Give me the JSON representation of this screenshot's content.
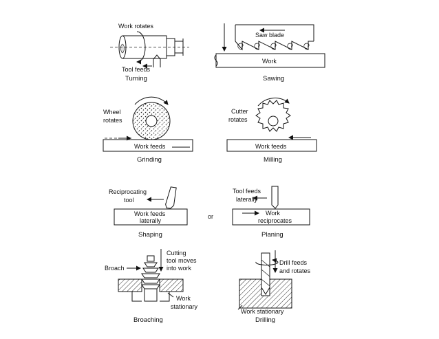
{
  "turning": {
    "caption": "Turning",
    "work_rotates": "Work rotates",
    "tool_feeds": "Tool feeds"
  },
  "sawing": {
    "caption": "Sawing",
    "saw_blade": "Saw blade",
    "work": "Work"
  },
  "grinding": {
    "caption": "Grinding",
    "wheel_rotates_1": "Wheel",
    "wheel_rotates_2": "rotates",
    "work_feeds": "Work feeds"
  },
  "milling": {
    "caption": "Milling",
    "cutter_rotates_1": "Cutter",
    "cutter_rotates_2": "rotates",
    "work_feeds": "Work feeds"
  },
  "shaping": {
    "caption": "Shaping",
    "reciprocating_1": "Reciprocating",
    "reciprocating_2": "tool",
    "work_feeds_1": "Work feeds",
    "work_feeds_2": "laterally"
  },
  "or_label": "or",
  "planing": {
    "caption": "Planing",
    "tool_feeds_1": "Tool feeds",
    "tool_feeds_2": "laterally",
    "work_1": "Work",
    "work_2": "reciprocates"
  },
  "broaching": {
    "caption": "Broaching",
    "broach": "Broach",
    "cutting_1": "Cutting",
    "cutting_2": "tool moves",
    "cutting_3": "into work",
    "work_1": "Work",
    "work_2": "stationary"
  },
  "drilling": {
    "caption": "Drilling",
    "drill_1": "Drill feeds",
    "drill_2": "and rotates",
    "work_stationary": "Work stationary"
  }
}
